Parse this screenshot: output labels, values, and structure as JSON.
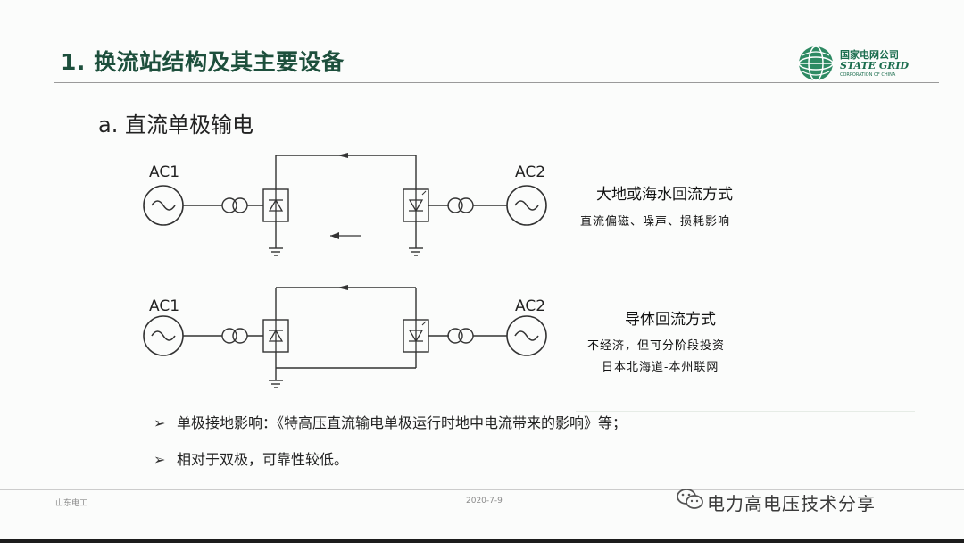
{
  "slide": {
    "title": "1. 换流站结构及其主要设备",
    "subtitle": "a. 直流单极输电"
  },
  "logo": {
    "cn": "国家电网公司",
    "en": "STATE GRID",
    "sub": "CORPORATION OF CHINA"
  },
  "diagram": {
    "ac_left": "AC1",
    "ac_right": "AC2"
  },
  "notes": {
    "earth_return": "大地或海水回流方式",
    "earth_return_effect": "直流偏磁、噪声、损耗影响",
    "metallic_return": "导体回流方式",
    "metallic_return_effect": "不经济，但可分阶段投资",
    "metallic_return_example": "日本北海道-本州联网"
  },
  "bullets": [
    {
      "mark": "➢",
      "text": "单极接地影响：《特高压直流输电单极运行时地中电流带来的影响》等；"
    },
    {
      "mark": "➢",
      "text": "相对于双极，可靠性较低。"
    }
  ],
  "footer": {
    "left": "山东电工",
    "date": "2020-7-9"
  },
  "watermark": {
    "icon": "wechat-icon",
    "text": "电力高电压技术分享"
  }
}
